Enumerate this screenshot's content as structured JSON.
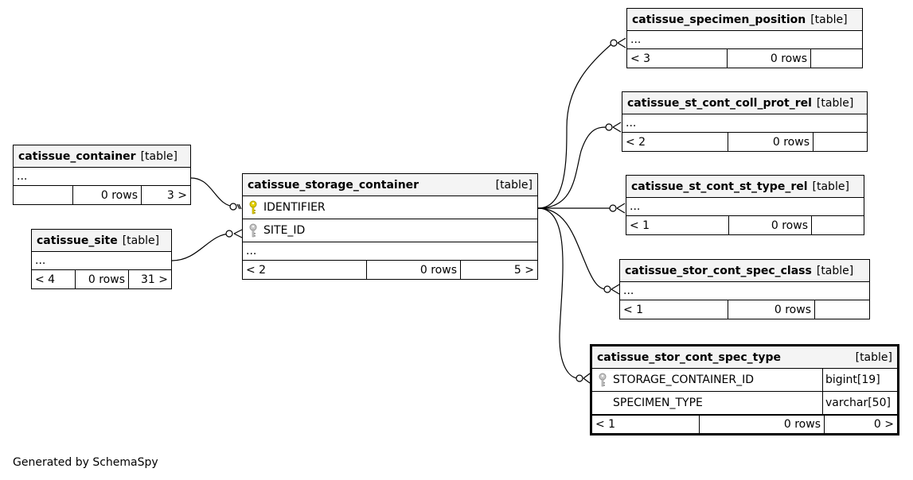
{
  "footer": "Generated by SchemaSpy",
  "tag_label": "[table]",
  "ellipsis": "...",
  "tables": {
    "container": {
      "name": "catissue_container",
      "footer": [
        "",
        "0 rows",
        "3 >"
      ]
    },
    "site": {
      "name": "catissue_site",
      "footer": [
        "< 4",
        "0 rows",
        "31 >"
      ]
    },
    "storage_container": {
      "name": "catissue_storage_container",
      "columns": [
        {
          "name": "IDENTIFIER",
          "key": "primary-key-icon"
        },
        {
          "name": "SITE_ID",
          "key": "foreign-key-icon"
        }
      ],
      "footer": [
        "< 2",
        "0 rows",
        "5 >"
      ]
    },
    "specimen_position": {
      "name": "catissue_specimen_position",
      "footer": [
        "< 3",
        "0 rows",
        ""
      ]
    },
    "st_cont_coll_prot_rel": {
      "name": "catissue_st_cont_coll_prot_rel",
      "footer": [
        "< 2",
        "0 rows",
        ""
      ]
    },
    "st_cont_st_type_rel": {
      "name": "catissue_st_cont_st_type_rel",
      "footer": [
        "< 1",
        "0 rows",
        ""
      ]
    },
    "stor_cont_spec_class": {
      "name": "catissue_stor_cont_spec_class",
      "footer": [
        "< 1",
        "0 rows",
        ""
      ]
    },
    "stor_cont_spec_type": {
      "name": "catissue_stor_cont_spec_type",
      "columns": [
        {
          "name": "STORAGE_CONTAINER_ID",
          "type": "bigint[19]",
          "key": "foreign-key-icon"
        },
        {
          "name": "SPECIMEN_TYPE",
          "type": "varchar[50]",
          "key": ""
        }
      ],
      "footer": [
        "< 1",
        "0 rows",
        "0 >"
      ]
    }
  },
  "colors": {
    "primary_key": "#e6d200",
    "foreign_key": "#b8b8b8",
    "header_bg": "#f4f4f4"
  }
}
